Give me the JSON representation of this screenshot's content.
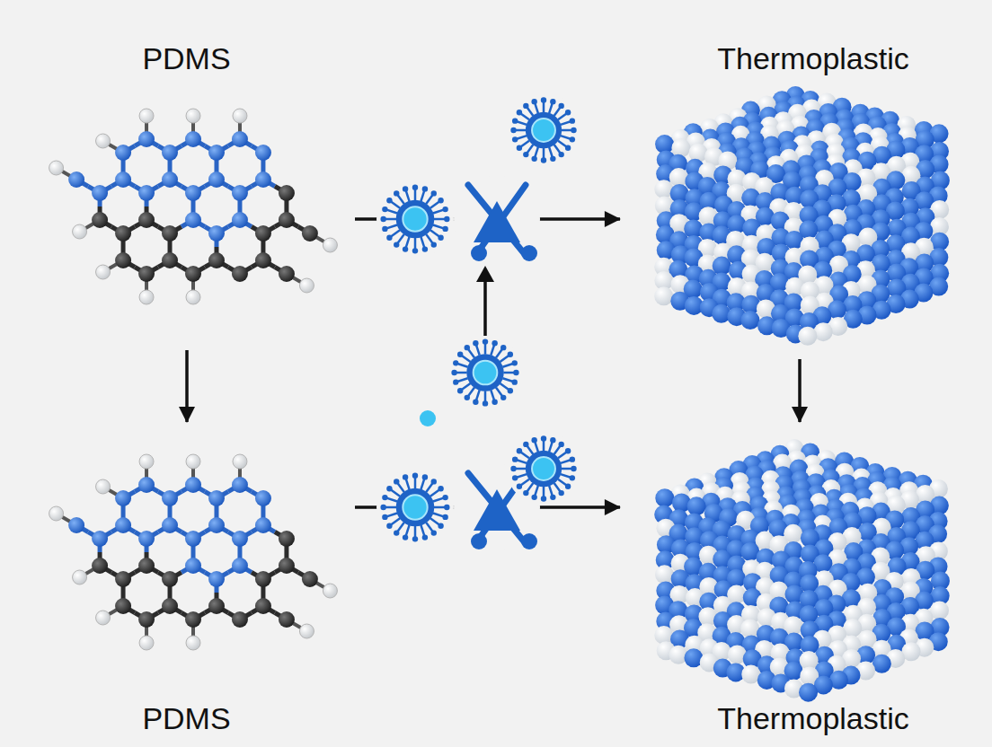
{
  "diagram": {
    "nodes": [
      {
        "text": [
          "PDMS"
        ]
      },
      {
        "text": [
          "Thermoplastic"
        ]
      },
      {
        "text": [
          "PDMS"
        ]
      },
      {
        "text": [
          "Thermoplastic"
        ]
      }
    ],
    "edges": [
      {
        "from": 0,
        "to": 1,
        "arrow": "to"
      },
      {
        "from": 0,
        "to": 2,
        "arrow": "to"
      },
      {
        "from": 1,
        "to": 3,
        "arrow": "to"
      },
      {
        "from": 2,
        "to": 3,
        "arrow": "to"
      }
    ]
  }
}
